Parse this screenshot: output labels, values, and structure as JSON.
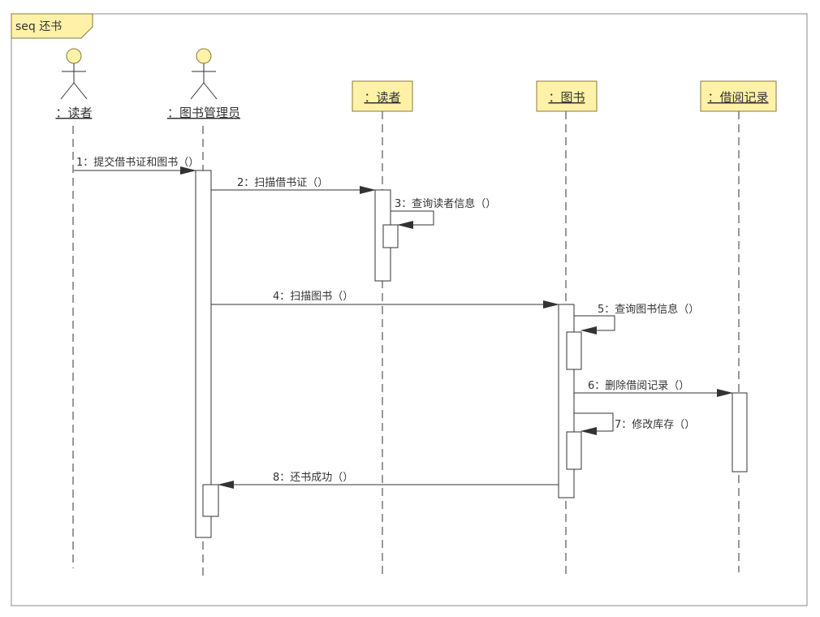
{
  "frame": {
    "label": "seq 还书"
  },
  "colors": {
    "participant_fill": "#fff2a8",
    "participant_border": "#8a7a3a",
    "line": "#333333",
    "frame_border": "#888888"
  },
  "participants": [
    {
      "id": "reader-actor",
      "kind": "actor",
      "label": "：读者"
    },
    {
      "id": "librarian-actor",
      "kind": "actor",
      "label": "：图书管理员"
    },
    {
      "id": "reader",
      "kind": "object",
      "label": "：读者"
    },
    {
      "id": "book",
      "kind": "object",
      "label": "：图书"
    },
    {
      "id": "record",
      "kind": "object",
      "label": "：借阅记录"
    }
  ],
  "messages": [
    {
      "label": "1：提交借书证和图书（）"
    },
    {
      "label": "2：扫描借书证（）"
    },
    {
      "label": "3：查询读者信息（）"
    },
    {
      "label": "4：扫描图书（）"
    },
    {
      "label": "5：查询图书信息（）"
    },
    {
      "label": "6：删除借阅记录（）"
    },
    {
      "label": "7：修改库存（）"
    },
    {
      "label": "8：还书成功（）"
    }
  ]
}
